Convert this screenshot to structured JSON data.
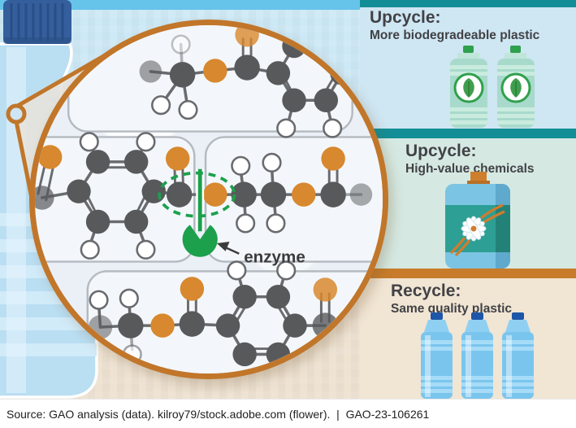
{
  "panels": [
    {
      "id": "upcycle-biodegradable",
      "title": "Upcycle:",
      "subtitle": "More biodegradeable plastic",
      "icon": "leaf-bottles"
    },
    {
      "id": "upcycle-chemicals",
      "title": "Upcycle:",
      "subtitle": "High-value chemicals",
      "icon": "flower-jug"
    },
    {
      "id": "recycle",
      "title": "Recycle:",
      "subtitle": "Same quality plastic",
      "icon": "water-bottles"
    }
  ],
  "magnified_view": {
    "enzyme_label": "enzyme",
    "description_icons": [
      "polymer-chain",
      "ester-bond-highlight",
      "enzyme-cutter"
    ]
  },
  "source_bar": {
    "text": "Source: GAO analysis (data). kilroy79/stock.adobe.com (flower).  |  GAO-23-106261"
  },
  "colors": {
    "teal_bar": "#138e96",
    "orange_bar": "#c87c2b",
    "panel1_bg": "#cfe6f3",
    "panel2_bg": "#d5e9e2",
    "panel3_bg": "#f1e5d4",
    "left_bg": "#cde9f6",
    "sky_strip": "#66c3e9",
    "floor": "#eee2d1",
    "ring_orange": "#c1762a",
    "carbon": "#58595b",
    "oxygen": "#d8882e",
    "hydrogen_stroke": "#696b6e",
    "enzyme_green": "#1ca04c",
    "heading_text": "#414246",
    "cap_blue": "#355f9c",
    "bottle_blue": "#badef2"
  }
}
